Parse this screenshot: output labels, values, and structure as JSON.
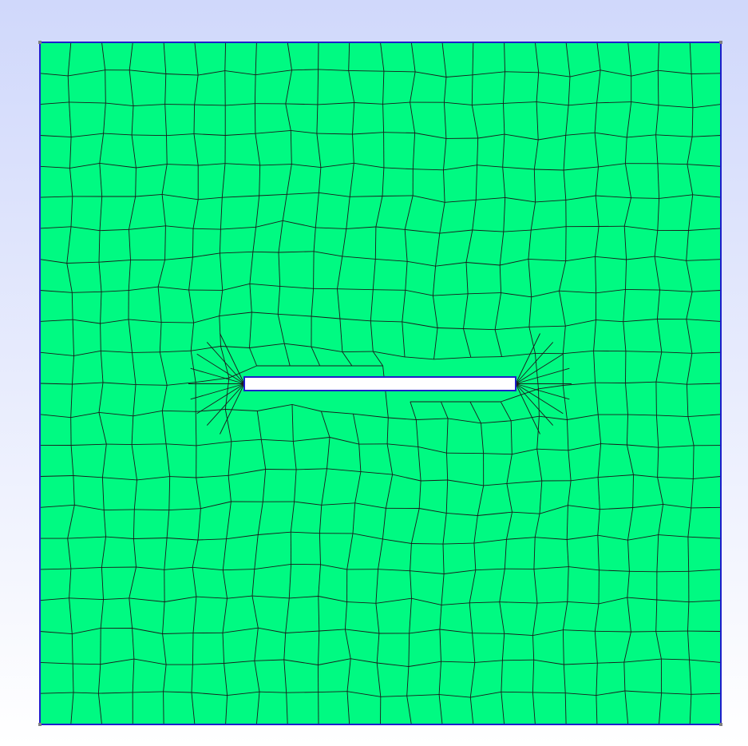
{
  "colors": {
    "background_top": "#d0d8fb",
    "background_bottom": "#ffffff",
    "mesh_fill": "#00fa82",
    "mesh_lines": "#1a1a1a",
    "boundary": "#1e1ecc",
    "slot_fill": "#ffffff",
    "corner_marker": "#808080"
  },
  "scene": {
    "view": "2d-quad-mesh",
    "domain_shape": "square",
    "cutout_shape": "thin-rectangular-slot",
    "element_type": "quadrilateral"
  }
}
